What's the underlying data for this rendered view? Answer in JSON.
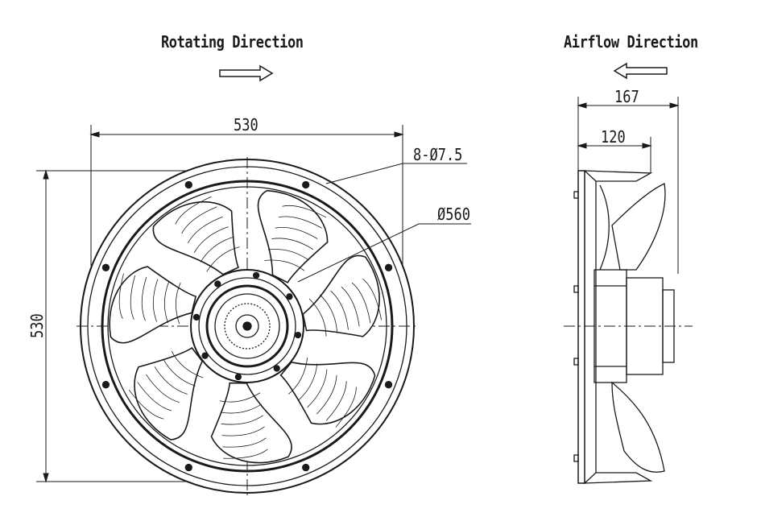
{
  "front_view": {
    "title": "Rotating Direction",
    "width_dim": "530",
    "height_dim": "530",
    "holes_callout": "8-Ø7.5",
    "diameter_callout": "Ø560",
    "blade_count": 7
  },
  "side_view": {
    "title": "Airflow Direction",
    "total_depth_dim": "167",
    "frame_depth_dim": "120"
  },
  "colors": {
    "line": "#1a1a1a",
    "background": "#ffffff"
  }
}
